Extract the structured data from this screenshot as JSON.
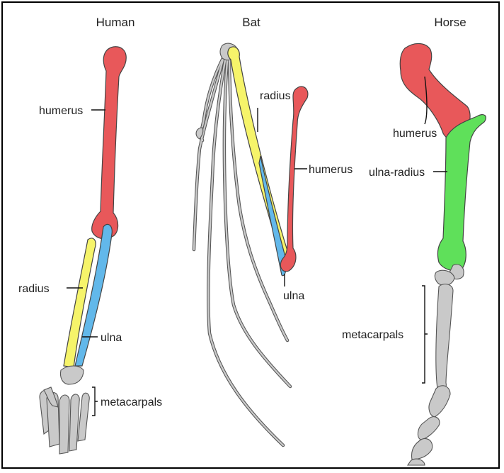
{
  "colors": {
    "humerus": "#e8585a",
    "radius": "#f6f46a",
    "ulna": "#62b8ea",
    "ulna_radius": "#5fe05a",
    "other_bones": "#c9c9c9"
  },
  "panels": {
    "human": {
      "title": "Human",
      "labels": {
        "humerus": "humerus",
        "radius": "radius",
        "ulna": "ulna",
        "metacarpals": "metacarpals"
      }
    },
    "bat": {
      "title": "Bat",
      "labels": {
        "radius": "radius",
        "humerus": "humerus",
        "ulna": "ulna"
      }
    },
    "horse": {
      "title": "Horse",
      "labels": {
        "humerus": "humerus",
        "ulna_radius": "ulna-radius",
        "metacarpals": "metacarpals"
      }
    }
  }
}
